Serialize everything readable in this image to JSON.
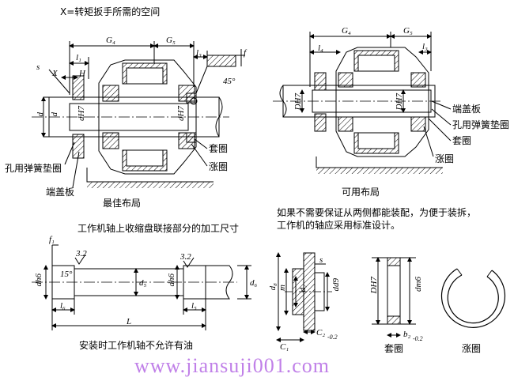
{
  "captions": {
    "x_note": "X=转矩扳手所需的空间",
    "best_layout": "最佳布局",
    "usable_layout": "可用布局",
    "note_line1": "如果不需要保证从两侧都能装配，为便于装拆，",
    "note_line2": "工作机的轴应采用标准设计。",
    "shaft_title": "工作机轴上收缩盘联接部分的加工尺寸",
    "shaft_note": "安装时工作机轴不允许有油",
    "sleeve": "套圈",
    "expansion": "涨圈"
  },
  "callouts": {
    "end_cover": "端盖板",
    "circlip": "孔用弹簧垫圈",
    "sleeve": "套圈",
    "expansion": "涨圈"
  },
  "dims": {
    "G4": "G₄",
    "G5": "G₅",
    "l1": "l₁",
    "l3": "l₃",
    "l4": "l₄",
    "l5": "l₅",
    "l6": "l₆",
    "s": "s",
    "X": "X",
    "H": "H",
    "f": "f",
    "angle45": "45°",
    "d": "d",
    "dH7": "dH7",
    "DH7": "DH7",
    "f1": "f₁",
    "r32a": "3.2",
    "r32b": "3.2",
    "angle15": "15°",
    "dh6a": "dh6",
    "dh6b": "dh6",
    "d5": "d₅",
    "d6": "d₆",
    "L": "L",
    "d8": "d₈",
    "m": "m",
    "d7": "d₇",
    "dd9": "dd9",
    "C1": "C₁",
    "C2": "C₂",
    "tol": "-0.2",
    "s2": "s",
    "DH7b": "DH7",
    "dm6": "dm6",
    "b2": "b₂",
    "tol2": "-0.2"
  },
  "watermark": "www.jiansuji001.com"
}
